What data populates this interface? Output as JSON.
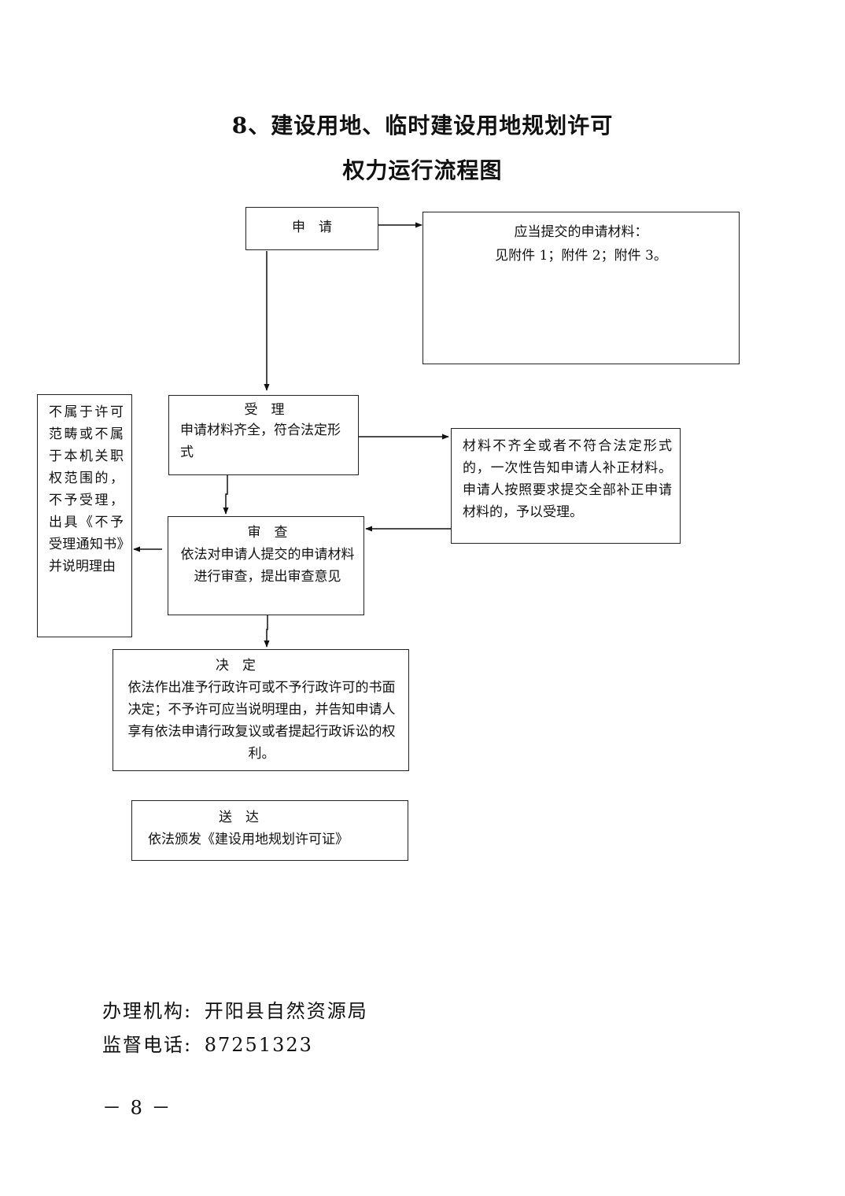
{
  "title": {
    "line1": "8、建设用地、临时建设用地规划许可",
    "line2": "权力运行流程图"
  },
  "nodes": {
    "apply": {
      "head": "申　请"
    },
    "materials": {
      "line1": "应当提交的申请材料：",
      "line2": "见附件 1；附件 2；附件 3。"
    },
    "accept": {
      "head": "受　理",
      "body": "申请材料齐全，符合法定形式"
    },
    "supplement": {
      "body": "材料不齐全或者不符合法定形式的，一次性告知申请人补正材料。申请人按照要求提交全部补正申请材料的，予以受理。"
    },
    "reject": {
      "body": "不属于许可范畴或不属于本机关职权范围的，不予受理，出具《不予受理通知书》并说明理由"
    },
    "review": {
      "head": "审　查",
      "body": "依法对申请人提交的申请材料进行审查，提出审查意见"
    },
    "decide": {
      "head": "决　定",
      "body": "依法作出准予行政许可或不予行政许可的书面决定；不予许可应当说明理由，并告知申请人享有依法申请行政复议或者提起行政诉讼的权利。"
    },
    "deliver": {
      "head": "送　达",
      "body": "依法颁发《建设用地规划许可证》"
    }
  },
  "footer": {
    "org_label": "办理机构:",
    "org_value": "开阳县自然资源局",
    "phone_label": "监督电话:",
    "phone_value": "87251323"
  },
  "page_number": "－ 8 －"
}
